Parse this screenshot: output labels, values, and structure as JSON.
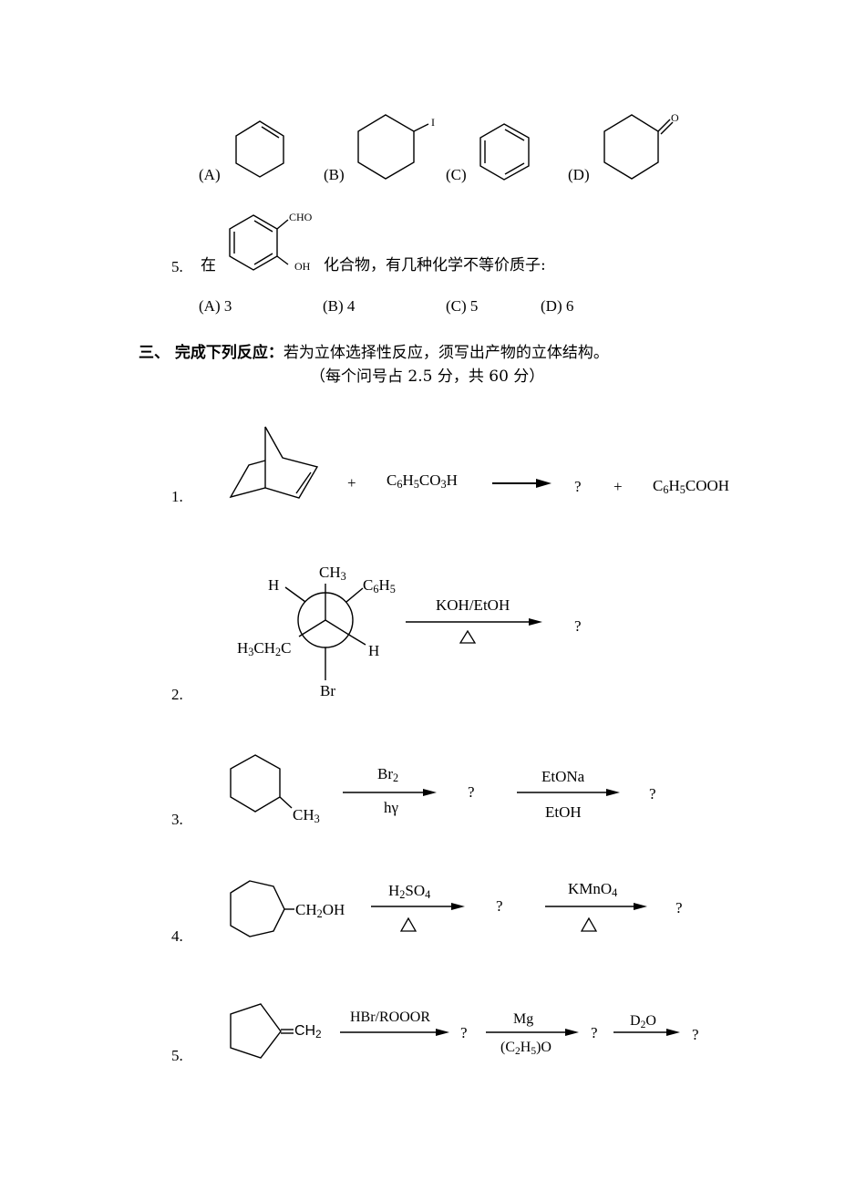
{
  "q4_options": [
    {
      "label": "(A)",
      "structure": "cyclohexene"
    },
    {
      "label": "(B)",
      "structure": "iodocyclohexane",
      "substituent": "I"
    },
    {
      "label": "(C)",
      "structure": "benzene"
    },
    {
      "label": "(D)",
      "structure": "cyclohexanone",
      "substituent": "O"
    }
  ],
  "q5": {
    "number": "5.",
    "prefix": "在",
    "structure": "salicylaldehyde",
    "substituents": [
      "CHO",
      "OH"
    ],
    "suffix": "化合物，有几种化学不等价质子:",
    "options": [
      "(A) 3",
      "(B) 4",
      "(C) 5",
      "(D) 6"
    ]
  },
  "section3": {
    "heading_bold": "三、 完成下列反应：",
    "heading_rest": "若为立体选择性反应，须写出产物的立体结构。",
    "note": "（每个问号占 2.5 分，共 60 分）"
  },
  "reactions": [
    {
      "number": "1.",
      "reactant": "norbornene",
      "plus1": "+",
      "reagent": "C6H5CO3H",
      "product": "?",
      "plus2": "+",
      "byproduct": "C6H5COOH"
    },
    {
      "number": "2.",
      "newman": {
        "front_top": "CH3",
        "front_left": "H3CH2C",
        "front_right": "H",
        "back_left": "H",
        "back_right": "C6H5",
        "back_bottom": "Br"
      },
      "above_arrow": "KOH/EtOH",
      "below_arrow": "△",
      "product": "?"
    },
    {
      "number": "3.",
      "reactant": "methylcyclohexane",
      "substituent": "CH3",
      "step1_above": "Br2",
      "step1_below": "hγ",
      "intermediate": "?",
      "step2_above": "EtONa",
      "step2_below": "EtOH",
      "product": "?"
    },
    {
      "number": "4.",
      "reactant": "cycloheptylmethanol",
      "substituent": "CH2OH",
      "step1_above": "H2SO4",
      "step1_below": "△",
      "intermediate": "?",
      "step2_above": "KMnO4",
      "step2_below": "△",
      "product": "?"
    },
    {
      "number": "5.",
      "reactant": "methylenecyclopentane",
      "substituent": "=CH2",
      "step1_above": "HBr/ROOOR",
      "intermediate1": "?",
      "step2_above": "Mg",
      "step2_below": "(C2H5)O",
      "intermediate2": "?",
      "step3_above": "D2O",
      "product": "?"
    }
  ]
}
